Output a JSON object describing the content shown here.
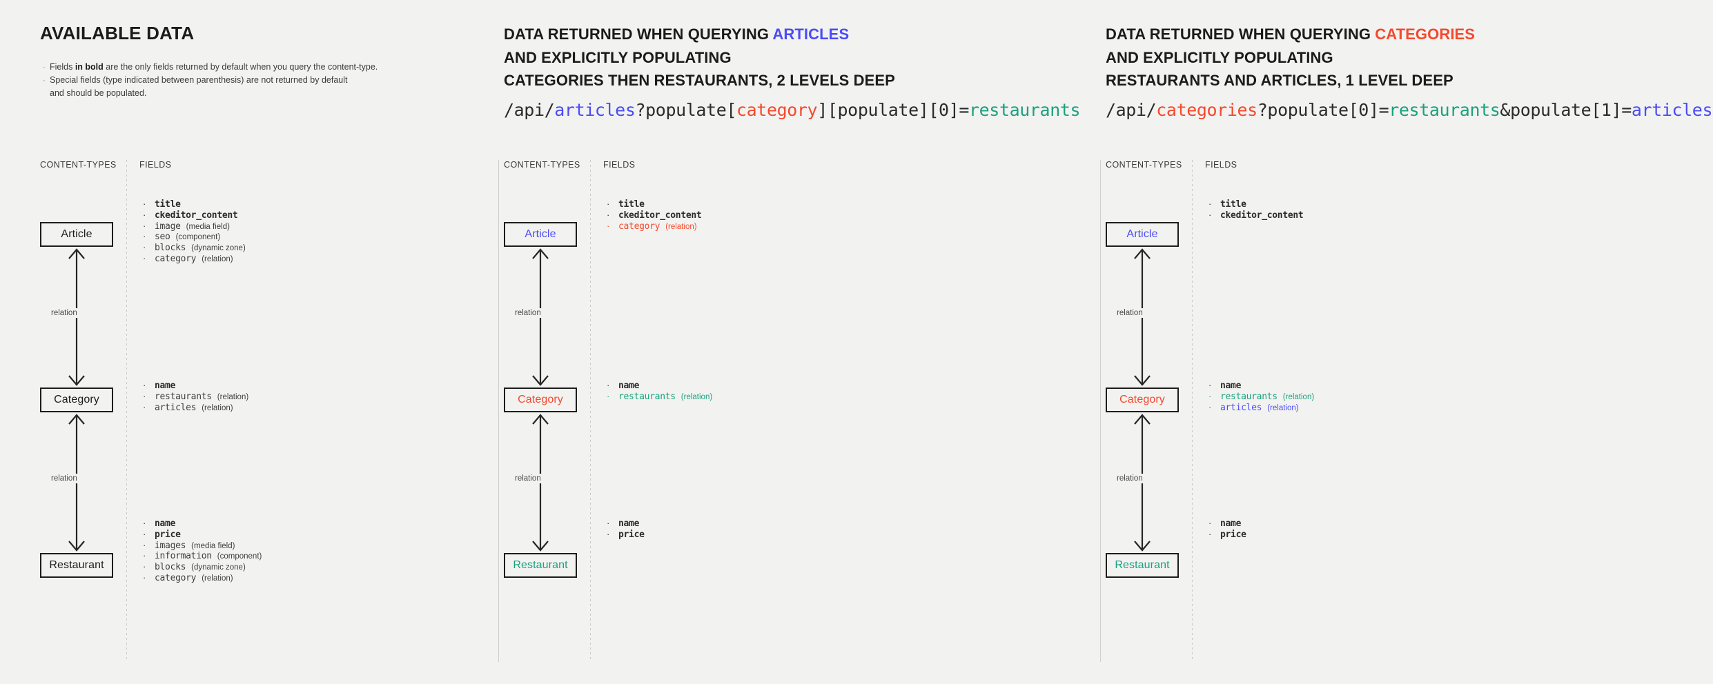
{
  "colors": {
    "background": "#f2f2f1",
    "ink": "#1c1c1c",
    "articles_blue": "#4b4bf5",
    "categories_red": "#f4492d",
    "restaurants_teal": "#1aa17e"
  },
  "panel1": {
    "title": "AVAILABLE DATA",
    "notes": [
      {
        "prefix": "Fields ",
        "bold": "in bold",
        "suffix": " are the only fields returned by default when you query the content-type."
      },
      {
        "prefix": "Special fields (type indicated between parenthesis) are not returned by default",
        "bold": "",
        "suffix": ""
      }
    ],
    "note2_line2": "and should be populated.",
    "col_label_content_types": "CONTENT-TYPES",
    "col_label_fields": "FIELDS",
    "relation_label": "relation",
    "boxes": [
      {
        "label": "Article",
        "color": "ink"
      },
      {
        "label": "Category",
        "color": "ink"
      },
      {
        "label": "Restaurant",
        "color": "ink"
      }
    ],
    "field_groups": [
      {
        "for": "Article",
        "fields": [
          {
            "name": "title",
            "bold": true,
            "type": "",
            "color": "dark"
          },
          {
            "name": "ckeditor_content",
            "bold": true,
            "type": "",
            "color": "dark"
          },
          {
            "name": "image",
            "bold": false,
            "type": "(media field)",
            "color": "gray"
          },
          {
            "name": "seo",
            "bold": false,
            "type": "(component)",
            "color": "gray"
          },
          {
            "name": "blocks",
            "bold": false,
            "type": "(dynamic zone)",
            "color": "gray"
          },
          {
            "name": "category",
            "bold": false,
            "type": "(relation)",
            "color": "gray"
          }
        ]
      },
      {
        "for": "Category",
        "fields": [
          {
            "name": "name",
            "bold": true,
            "type": "",
            "color": "dark"
          },
          {
            "name": "restaurants",
            "bold": false,
            "type": "(relation)",
            "color": "gray"
          },
          {
            "name": "articles",
            "bold": false,
            "type": "(relation)",
            "color": "gray"
          }
        ]
      },
      {
        "for": "Restaurant",
        "fields": [
          {
            "name": "name",
            "bold": true,
            "type": "",
            "color": "dark"
          },
          {
            "name": "price",
            "bold": true,
            "type": "",
            "color": "dark"
          },
          {
            "name": "images",
            "bold": false,
            "type": "(media field)",
            "color": "gray"
          },
          {
            "name": "information",
            "bold": false,
            "type": "(component)",
            "color": "gray"
          },
          {
            "name": "blocks",
            "bold": false,
            "type": "(dynamic zone)",
            "color": "gray"
          },
          {
            "name": "category",
            "bold": false,
            "type": "(relation)",
            "color": "gray"
          }
        ]
      }
    ]
  },
  "panel2": {
    "title_line1_prefix": "DATA RETURNED WHEN QUERYING ",
    "title_line1_highlight": "ARTICLES",
    "title_line2": "AND EXPLICITLY POPULATING",
    "title_line3": "CATEGORIES THEN RESTAURANTS, 2 LEVELS DEEP",
    "url_parts": [
      {
        "text": "/api/",
        "color": "dark"
      },
      {
        "text": "articles",
        "color": "blue"
      },
      {
        "text": "?populate[",
        "color": "dark"
      },
      {
        "text": "category",
        "color": "red"
      },
      {
        "text": "][populate][0]=",
        "color": "dark"
      },
      {
        "text": "restaurants",
        "color": "teal"
      }
    ],
    "col_label_content_types": "CONTENT-TYPES",
    "col_label_fields": "FIELDS",
    "relation_label": "relation",
    "boxes": [
      {
        "label": "Article",
        "color": "blue"
      },
      {
        "label": "Category",
        "color": "red"
      },
      {
        "label": "Restaurant",
        "color": "teal"
      }
    ],
    "field_groups": [
      {
        "for": "Article",
        "fields": [
          {
            "name": "title",
            "bold": true,
            "type": "",
            "color": "dark"
          },
          {
            "name": "ckeditor_content",
            "bold": true,
            "type": "",
            "color": "dark"
          },
          {
            "name": "category",
            "bold": false,
            "type": "(relation)",
            "color": "red"
          }
        ]
      },
      {
        "for": "Category",
        "fields": [
          {
            "name": "name",
            "bold": true,
            "type": "",
            "color": "dark"
          },
          {
            "name": "restaurants",
            "bold": false,
            "type": "(relation)",
            "color": "teal"
          }
        ]
      },
      {
        "for": "Restaurant",
        "fields": [
          {
            "name": "name",
            "bold": true,
            "type": "",
            "color": "dark"
          },
          {
            "name": "price",
            "bold": true,
            "type": "",
            "color": "dark"
          }
        ]
      }
    ]
  },
  "panel3": {
    "title_line1_prefix": "DATA RETURNED WHEN QUERYING ",
    "title_line1_highlight": "CATEGORIES",
    "title_line2": "AND EXPLICITLY POPULATING",
    "title_line3": "RESTAURANTS AND ARTICLES, 1 LEVEL DEEP",
    "url_parts": [
      {
        "text": "/api/",
        "color": "dark"
      },
      {
        "text": "categories",
        "color": "red"
      },
      {
        "text": "?populate[0]=",
        "color": "dark"
      },
      {
        "text": "restaurants",
        "color": "teal"
      },
      {
        "text": "&populate[1]=",
        "color": "dark"
      },
      {
        "text": "articles",
        "color": "blue"
      }
    ],
    "col_label_content_types": "CONTENT-TYPES",
    "col_label_fields": "FIELDS",
    "relation_label": "relation",
    "boxes": [
      {
        "label": "Article",
        "color": "blue"
      },
      {
        "label": "Category",
        "color": "red"
      },
      {
        "label": "Restaurant",
        "color": "teal"
      }
    ],
    "field_groups": [
      {
        "for": "Article",
        "fields": [
          {
            "name": "title",
            "bold": true,
            "type": "",
            "color": "dark"
          },
          {
            "name": "ckeditor_content",
            "bold": true,
            "type": "",
            "color": "dark"
          }
        ]
      },
      {
        "for": "Category",
        "fields": [
          {
            "name": "name",
            "bold": true,
            "type": "",
            "color": "dark"
          },
          {
            "name": "restaurants",
            "bold": false,
            "type": "(relation)",
            "color": "teal"
          },
          {
            "name": "articles",
            "bold": false,
            "type": "(relation)",
            "color": "blue"
          }
        ]
      },
      {
        "for": "Restaurant",
        "fields": [
          {
            "name": "name",
            "bold": true,
            "type": "",
            "color": "dark"
          },
          {
            "name": "price",
            "bold": true,
            "type": "",
            "color": "dark"
          }
        ]
      }
    ]
  }
}
